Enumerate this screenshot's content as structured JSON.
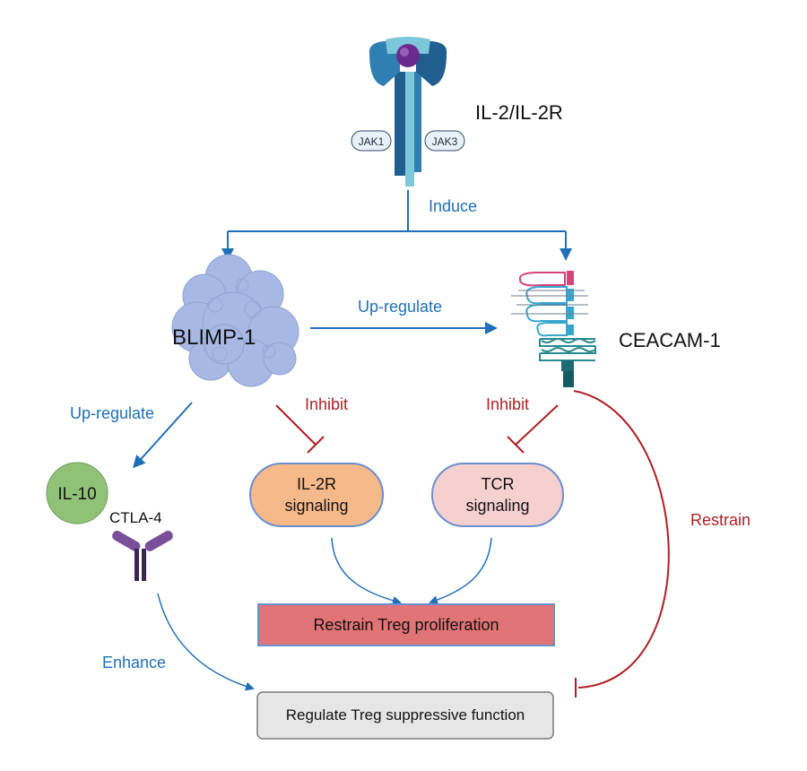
{
  "labels": {
    "receptor": "IL-2/IL-2R",
    "jak1": "JAK1",
    "jak3": "JAK3",
    "blimp": "BLIMP-1",
    "ceacam": "CEACAM-1",
    "il10": "IL-10",
    "ctla4": "CTLA-4",
    "il2r_signaling_line1": "IL-2R",
    "il2r_signaling_line2": "signaling",
    "tcr_signaling_line1": "TCR",
    "tcr_signaling_line2": "signaling",
    "restrain_prolif": "Restrain Treg proliferation",
    "regulate_function": "Regulate Treg suppressive function"
  },
  "edges": {
    "induce": "Induce",
    "upregulate_ceacam": "Up-regulate",
    "upregulate_il10": "Up-regulate",
    "inhibit_il2r": "Inhibit",
    "inhibit_tcr": "Inhibit",
    "restrain": "Restrain",
    "enhance": "Enhance"
  },
  "colors": {
    "blue_arrow": "#1f6fba",
    "red_inhibit": "#b01f24",
    "il2r_fill": "#f6b98a",
    "tcr_fill": "#f6d0cf",
    "prolif_fill": "#e07476",
    "function_fill": "#e6e6e6",
    "il10_fill": "#8fc176",
    "blimp_fill": "#a6b8e3"
  }
}
